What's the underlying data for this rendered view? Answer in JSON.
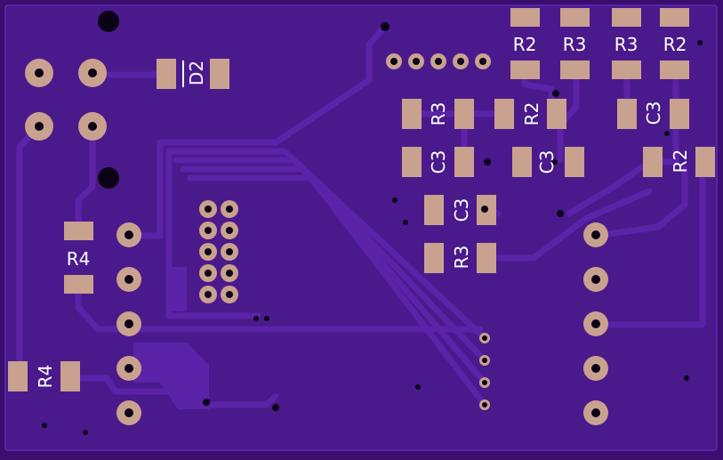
{
  "board": {
    "colors": {
      "substrate": "#3d1173",
      "plane": "#4a1a8c",
      "trace": "#5a23a8",
      "trace_edge": "#3a0f6a",
      "copper": "#c9a18f",
      "silk": "#ffffff",
      "drill": "#0b0218"
    }
  },
  "labels": {
    "d2": "D2",
    "r2": "R2",
    "r3": "R3",
    "r4": "R4",
    "c3": "C3"
  }
}
